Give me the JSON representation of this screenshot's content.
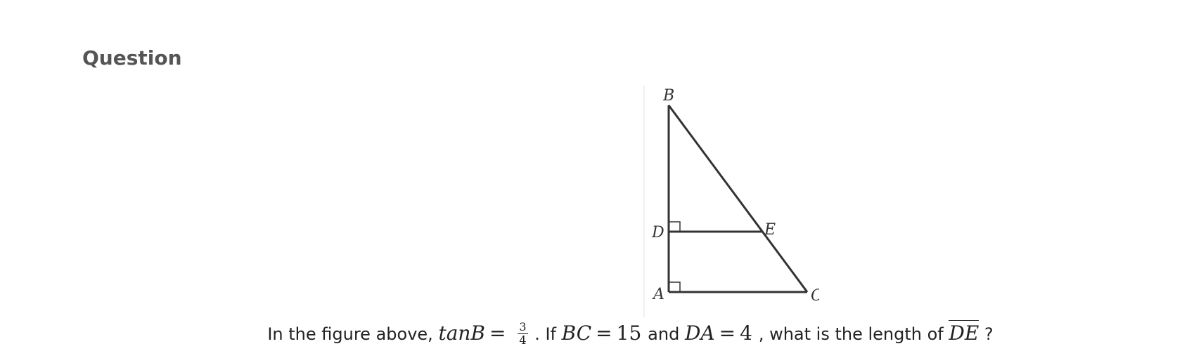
{
  "heading": "Question",
  "figure": {
    "labels": {
      "B": "B",
      "D": "D",
      "E": "E",
      "A": "A",
      "C": "C"
    }
  },
  "prompt": {
    "intro": "In the figure above, ",
    "tan_expr": "tanB",
    "equals": "=",
    "frac_num": "3",
    "frac_den": "4",
    "after_frac": ". If ",
    "bc_label": "BC",
    "bc_value": "15",
    "and_text": " and ",
    "da_label": "DA",
    "da_value": "4",
    "question_text": ", what is the length of ",
    "de_label": "DE",
    "end": " ?"
  }
}
